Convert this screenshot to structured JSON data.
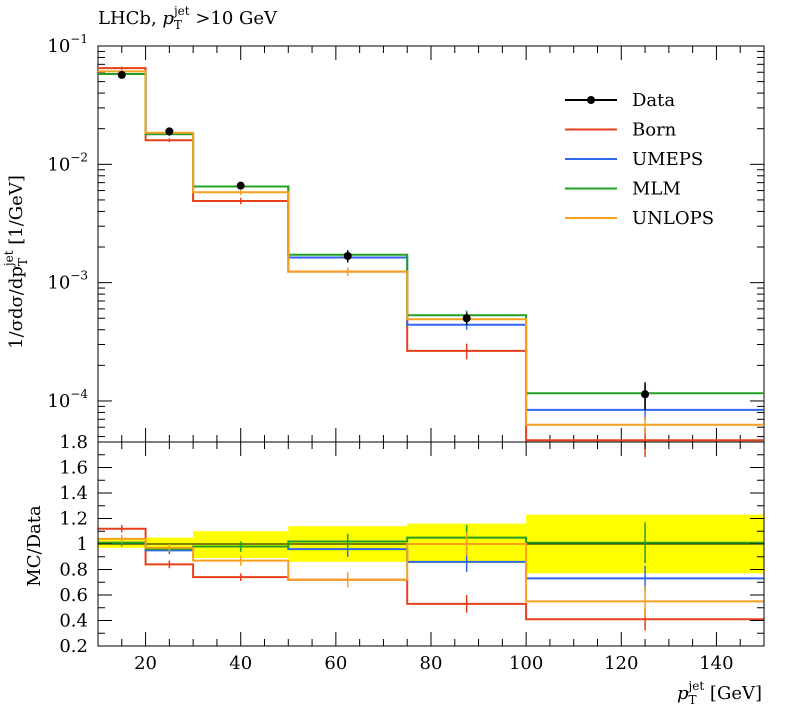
{
  "title": "LHCb, p_T^jet >10 GeV",
  "title_parts": {
    "prefix": "LHCb, ",
    "var": "p",
    "sub": "T",
    "sup": "jet",
    "suffix": " >10 GeV"
  },
  "chart_data": [
    {
      "type": "line",
      "panel": "main",
      "ylabel": "1/σdσ/dp_T^jet [1/GeV]",
      "ylabel_parts": {
        "prefix": "1/σdσ/dp",
        "sub": "T",
        "sup": "jet",
        "suffix": " [1/GeV]"
      },
      "yscale": "log",
      "ylim": [
        4.5e-05,
        0.1
      ],
      "xlim": [
        10,
        150
      ],
      "yticks": [
        {
          "value": 0.1,
          "label": "10",
          "exp": "−1"
        },
        {
          "value": 0.01,
          "label": "10",
          "exp": "−2"
        },
        {
          "value": 0.001,
          "label": "10",
          "exp": "−3"
        },
        {
          "value": 0.0001,
          "label": "10",
          "exp": "−4"
        }
      ],
      "bin_edges": [
        10,
        20,
        30,
        50,
        75,
        100,
        150
      ],
      "legend_position": "top-right",
      "data": {
        "name": "Data",
        "x": [
          15,
          25,
          40,
          62.5,
          87.5,
          125
        ],
        "y": [
          0.057,
          0.019,
          0.0066,
          0.00168,
          0.0005,
          0.000114
        ],
        "err": [
          0.002,
          0.0008,
          0.0003,
          0.0002,
          6e-05,
          3e-05
        ]
      },
      "series": [
        {
          "name": "Born",
          "color": "#e8401c",
          "values": [
            0.065,
            0.016,
            0.0049,
            0.00124,
            0.000265,
            4.65e-05
          ],
          "err": [
            0.002,
            0.0006,
            0.0003,
            0.0001,
            4e-05,
            1.3e-05
          ]
        },
        {
          "name": "UMEPS",
          "color": "#3366ee",
          "values": [
            0.058,
            0.018,
            0.0065,
            0.00163,
            0.00044,
            8.4e-05
          ],
          "err": [
            0.002,
            0.0006,
            0.0003,
            0.0001,
            4e-05,
            1.5e-05
          ]
        },
        {
          "name": "MLM",
          "color": "#22a022",
          "values": [
            0.058,
            0.018,
            0.0065,
            0.00172,
            0.00053,
            0.000116
          ],
          "err": [
            0.002,
            0.0006,
            0.0003,
            0.0001,
            5e-05,
            2e-05
          ]
        },
        {
          "name": "UNLOPS",
          "color": "#f5a020",
          "values": [
            0.061,
            0.0185,
            0.0058,
            0.00124,
            0.00049,
            6.3e-05
          ],
          "err": [
            0.002,
            0.0006,
            0.0003,
            0.0001,
            4e-05,
            1e-05
          ]
        }
      ]
    },
    {
      "type": "line",
      "panel": "ratio",
      "ylabel": "MC/Data",
      "xlabel": "p_T^jet [GeV]",
      "xlabel_parts": {
        "var": "p",
        "sub": "T",
        "sup": "jet",
        "suffix": " [GeV]"
      },
      "ylim": [
        0.2,
        1.8
      ],
      "xlim": [
        10,
        150
      ],
      "yticks": [
        0.2,
        0.4,
        0.6,
        0.8,
        1,
        1.2,
        1.4,
        1.6,
        1.8
      ],
      "ytick_labels": [
        "0.2",
        "0.4",
        "0.6",
        "0.8",
        "1",
        "1.2",
        "1.4",
        "1.6",
        "1.8"
      ],
      "xticks": [
        20,
        40,
        60,
        80,
        100,
        120,
        140
      ],
      "xtick_labels": [
        "20",
        "40",
        "60",
        "80",
        "100",
        "120",
        "140"
      ],
      "bin_edges": [
        10,
        20,
        30,
        50,
        75,
        100,
        150
      ],
      "band": {
        "color": "#ffff00",
        "low": [
          0.97,
          0.95,
          0.89,
          0.86,
          0.85,
          0.77
        ],
        "high": [
          1.04,
          1.05,
          1.1,
          1.14,
          1.16,
          1.23
        ]
      },
      "series": [
        {
          "name": "Born",
          "color": "#e8401c",
          "values": [
            1.12,
            0.84,
            0.74,
            0.72,
            0.53,
            0.41
          ],
          "err": [
            0.03,
            0.03,
            0.03,
            0.05,
            0.07,
            0.09
          ]
        },
        {
          "name": "UMEPS",
          "color": "#3366ee",
          "values": [
            1.01,
            0.95,
            0.98,
            0.96,
            0.86,
            0.73
          ],
          "err": [
            0.03,
            0.03,
            0.04,
            0.06,
            0.08,
            0.1
          ]
        },
        {
          "name": "MLM",
          "color": "#22a022",
          "values": [
            1.01,
            0.96,
            0.98,
            1.02,
            1.05,
            1.01
          ],
          "err": [
            0.03,
            0.03,
            0.04,
            0.06,
            0.1,
            0.16
          ]
        },
        {
          "name": "UNLOPS",
          "color": "#f5a020",
          "values": [
            1.04,
            0.97,
            0.87,
            0.72,
            1.0,
            0.55
          ],
          "err": [
            0.03,
            0.03,
            0.04,
            0.06,
            0.09,
            0.12
          ]
        }
      ]
    }
  ]
}
